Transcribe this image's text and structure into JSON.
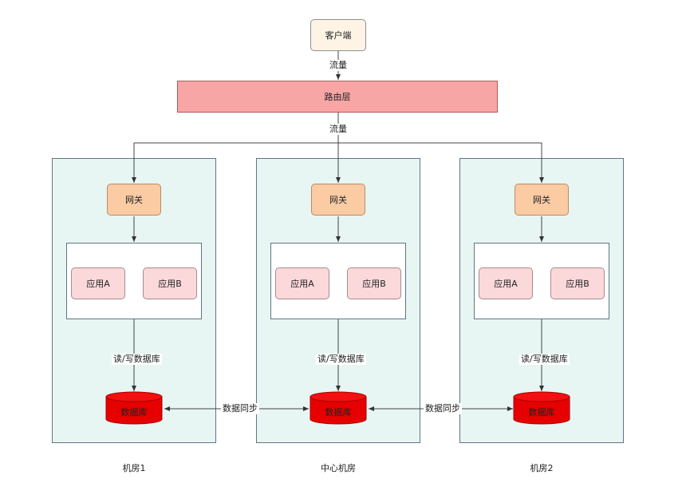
{
  "client_label": "客户端",
  "router_label": "路由层",
  "traffic_label": "流量",
  "zones": [
    {
      "name": "机房1",
      "gateway": "网关",
      "app_a": "应用A",
      "app_b": "应用B",
      "rw_label": "读/写数据库",
      "db": "数据库"
    },
    {
      "name": "中心机房",
      "gateway": "网关",
      "app_a": "应用A",
      "app_b": "应用B",
      "rw_label": "读/写数据库",
      "db": "数据库"
    },
    {
      "name": "机房2",
      "gateway": "网关",
      "app_a": "应用A",
      "app_b": "应用B",
      "rw_label": "读/写数据库",
      "db": "数据库"
    }
  ],
  "sync_label": "数据同步",
  "colors": {
    "client_fill": "#fdf4e6",
    "router_fill": "#f8a6a5",
    "zone_fill": "#e7f6f3",
    "gateway_fill": "#fbcba4",
    "app_fill": "#fbd8da",
    "db_fill": "#e60000"
  }
}
